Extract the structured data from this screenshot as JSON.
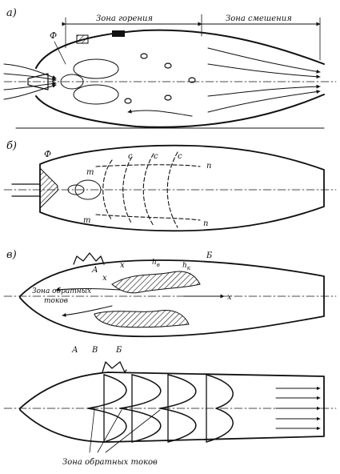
{
  "panels": {
    "a": {
      "label": "а)",
      "zone_combustion": "Зона горения",
      "zone_mixing": "Зона смешения",
      "swirler": "Ф"
    },
    "b": {
      "label": "б)",
      "swirler": "Ф",
      "m_top": "m",
      "m_bottom": "m",
      "c1": "c",
      "c2": "c",
      "c3": "c",
      "n_top": "n",
      "n_bottom": "n"
    },
    "v": {
      "label": "в)",
      "A_top": "А",
      "B_top": "Б",
      "x_top": "x",
      "x_mid": "x",
      "x_axis": "x",
      "h_b": "h",
      "h_b_sub": "в",
      "h_k": "h",
      "h_k_sub": "к",
      "reverse_zone_line1": "Зона обратных",
      "reverse_zone_line2": "токов",
      "A_bottom": "А",
      "V_bottom": "В",
      "B_bottom": "Б"
    },
    "g": {
      "reverse_zone": "Зона обратных токов"
    }
  },
  "colors": {
    "ink": "#111111",
    "paper": "#ffffff"
  }
}
